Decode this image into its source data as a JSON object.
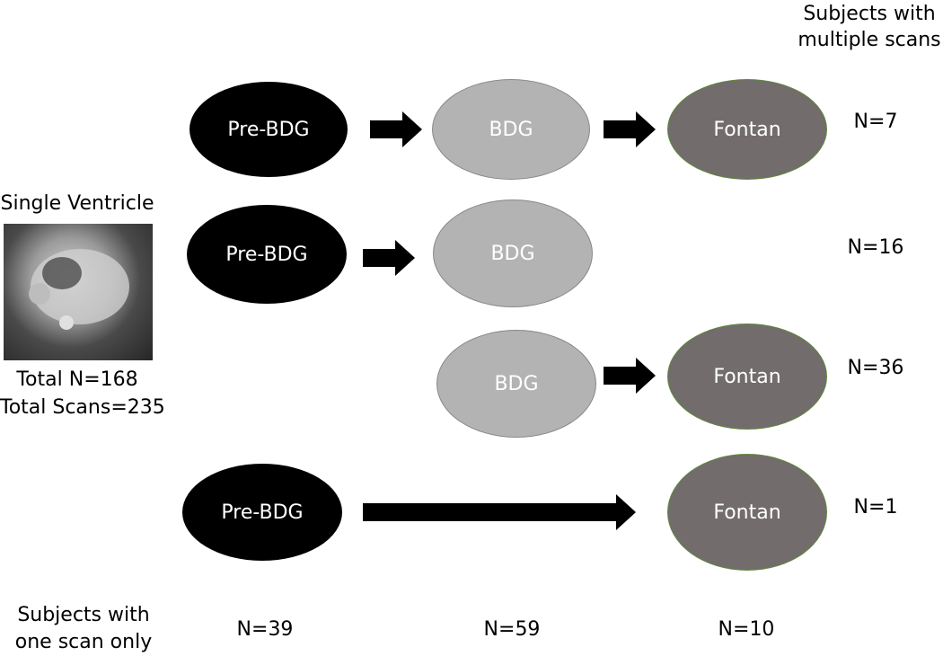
{
  "header": {
    "right_line1": "Subjects with",
    "right_line2": "multiple scans"
  },
  "left": {
    "title": "Single Ventricle",
    "total_n": "Total N=168",
    "total_scans": "Total Scans=235"
  },
  "nodes": {
    "pre_bdg": "Pre-BDG",
    "bdg": "BDG",
    "fontan": "Fontan"
  },
  "rows": [
    {
      "n": "N=7"
    },
    {
      "n": "N=16"
    },
    {
      "n": "N=36"
    },
    {
      "n": "N=1"
    }
  ],
  "footer": {
    "label_line1": "Subjects with",
    "label_line2": "one scan only",
    "n_pre_bdg": "N=39",
    "n_bdg": "N=59",
    "n_fontan": "N=10"
  },
  "colors": {
    "pre_bdg": "#000000",
    "bdg": "#b3b3b3",
    "fontan": "#726c6c",
    "fontan_border": "#5e8a3a"
  },
  "icons": {
    "scan": "mri-scan-image",
    "arrow": "right-arrow-icon"
  }
}
